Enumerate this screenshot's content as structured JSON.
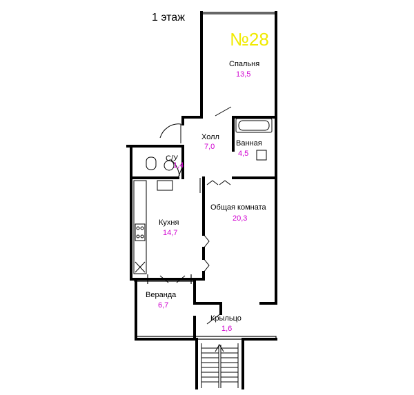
{
  "floor_label": "1 этаж",
  "unit_number": "№28",
  "rooms": [
    {
      "key": "bedroom",
      "name": "Спальня",
      "area": "13,5"
    },
    {
      "key": "hall",
      "name": "Холл",
      "area": "7,0"
    },
    {
      "key": "bathroom",
      "name": "Ванная",
      "area": "4,5"
    },
    {
      "key": "wc",
      "name": "С/У",
      "area": "1,4"
    },
    {
      "key": "kitchen",
      "name": "Кухня",
      "area": "14,7"
    },
    {
      "key": "living",
      "name": "Общая комната",
      "area": "20,3"
    },
    {
      "key": "veranda",
      "name": "Веранда",
      "area": "6,7"
    },
    {
      "key": "porch",
      "name": "Крыльцо",
      "area": "1,6"
    }
  ],
  "colors": {
    "walls": "#000000",
    "area_text": "#d000d0",
    "unit_number": "#f0ea00"
  }
}
